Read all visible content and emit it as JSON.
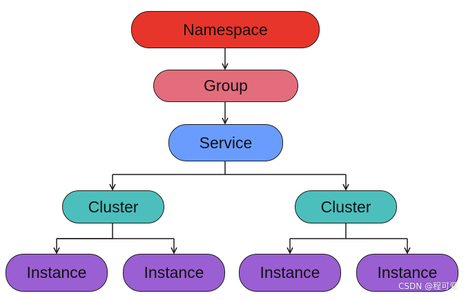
{
  "colors": {
    "namespace": "#e8352b",
    "group": "#e36d7c",
    "service": "#6a9cff",
    "cluster": "#4cbfbd",
    "instance": "#9a5fd2",
    "line": "#1a1a1a"
  },
  "nodes": {
    "namespace": "Namespace",
    "group": "Group",
    "service": "Service",
    "cluster_left": "Cluster",
    "cluster_right": "Cluster",
    "instance_1": "Instance",
    "instance_2": "Instance",
    "instance_3": "Instance",
    "instance_4": "Instance"
  },
  "edges": [
    {
      "from": "namespace",
      "to": "group"
    },
    {
      "from": "group",
      "to": "service"
    },
    {
      "from": "service",
      "to": "cluster_left"
    },
    {
      "from": "service",
      "to": "cluster_right"
    },
    {
      "from": "cluster_left",
      "to": "instance_1"
    },
    {
      "from": "cluster_left",
      "to": "instance_2"
    },
    {
      "from": "cluster_right",
      "to": "instance_3"
    },
    {
      "from": "cluster_right",
      "to": "instance_4"
    }
  ],
  "watermark": "CSDN @程可爱"
}
